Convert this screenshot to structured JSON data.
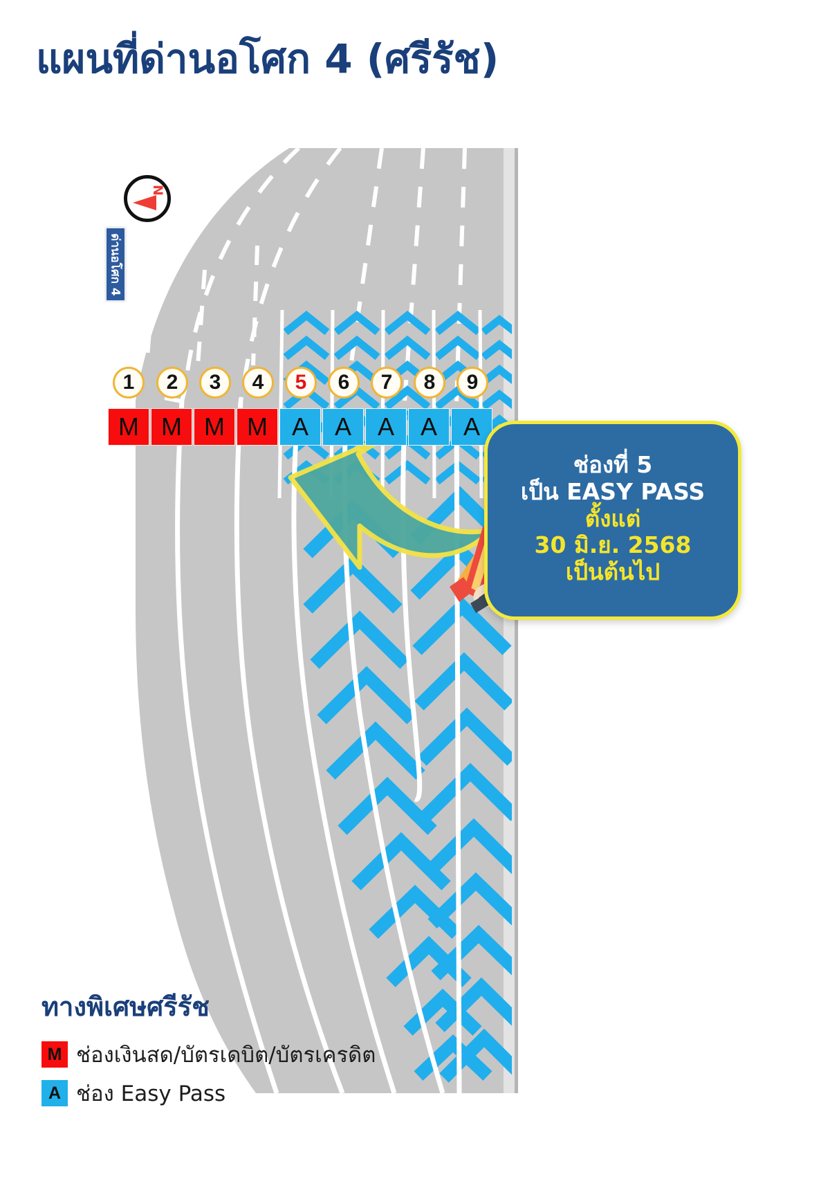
{
  "page": {
    "title": "แผนที่ด่านอโศก 4 (ศรีรัช)"
  },
  "compass": {
    "icon": "compass-icon",
    "north_label": "N"
  },
  "direction_sign": {
    "label": "ด่านอโศก 4"
  },
  "toll_plaza": {
    "lanes": [
      {
        "number": "1",
        "type": "M",
        "highlight": false
      },
      {
        "number": "2",
        "type": "M",
        "highlight": false
      },
      {
        "number": "3",
        "type": "M",
        "highlight": false
      },
      {
        "number": "4",
        "type": "M",
        "highlight": false
      },
      {
        "number": "5",
        "type": "A",
        "highlight": true
      },
      {
        "number": "6",
        "type": "A",
        "highlight": false
      },
      {
        "number": "7",
        "type": "A",
        "highlight": false
      },
      {
        "number": "8",
        "type": "A",
        "highlight": false
      },
      {
        "number": "9",
        "type": "A",
        "highlight": false
      }
    ]
  },
  "callout": {
    "line1": "ช่องที่ 5",
    "line2": "เป็น EASY PASS",
    "line3": "ตั้งแต่",
    "line4": "30 มิ.ย. 2568",
    "line5": "เป็นต้นไป",
    "icon": "megaphone-icon"
  },
  "legend": {
    "heading": "ทางพิเศษศรีรัช",
    "items": [
      {
        "code": "M",
        "label": "ช่องเงินสด/บัตรเดบิต/บัตรเครดิต"
      },
      {
        "code": "A",
        "label": "ช่อง Easy Pass"
      }
    ]
  },
  "colors": {
    "brand_navy": "#1a3f7a",
    "cash_red": "#f70d0d",
    "easypass_blue": "#21b0ea",
    "callout_bg": "#2d6ba3",
    "callout_border": "#f2e93c",
    "callout_yellow_text": "#f5e52a",
    "lane_ring": "#f0b537",
    "road_gray": "#c6c6c6",
    "arrow_teal": "#46a49a"
  }
}
